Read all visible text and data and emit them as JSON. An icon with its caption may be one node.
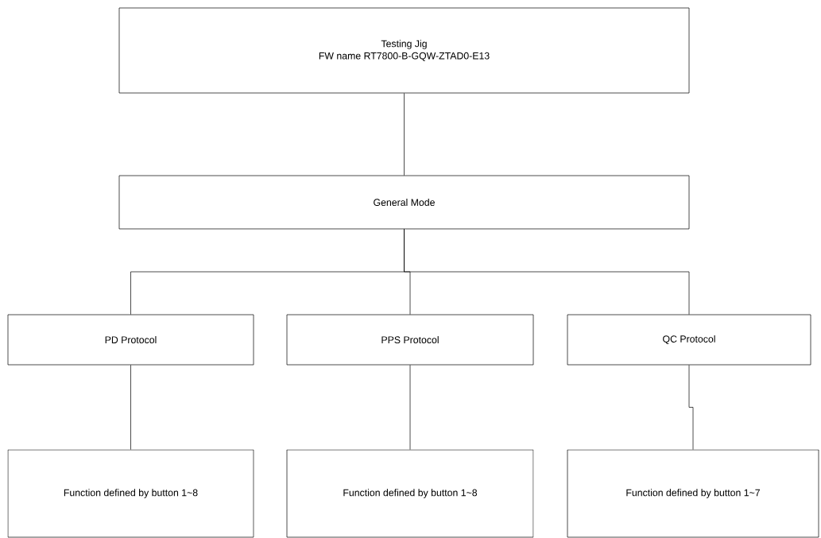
{
  "diagram": {
    "nodes": [
      {
        "text": [
          "Testing Jig",
          "FW name RT7800-B-GQW-ZTAD0-E13"
        ]
      },
      {
        "text": [
          "General Mode"
        ]
      },
      {
        "text": [
          "PD Protocol"
        ]
      },
      {
        "text": [
          "PPS Protocol"
        ]
      },
      {
        "text": [
          "QC Protocol"
        ]
      },
      {
        "text": [
          "Function defined by button 1~8"
        ]
      },
      {
        "text": [
          "Function defined by button 1~8"
        ]
      },
      {
        "text": [
          "Function defined by button 1~7"
        ]
      }
    ],
    "edges": [
      {
        "from": 0,
        "to": 1,
        "arrow": "none"
      },
      {
        "from": 1,
        "to": 2,
        "arrow": "none"
      },
      {
        "from": 1,
        "to": 3,
        "arrow": "none"
      },
      {
        "from": 1,
        "to": 4,
        "arrow": "none"
      },
      {
        "from": 2,
        "to": 5,
        "arrow": "none"
      },
      {
        "from": 3,
        "to": 6,
        "arrow": "none"
      },
      {
        "from": 4,
        "to": 7,
        "arrow": "none"
      }
    ]
  }
}
